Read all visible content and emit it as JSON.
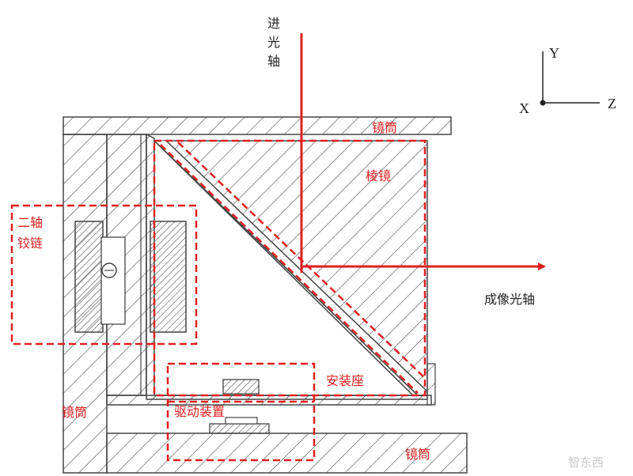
{
  "labels": {
    "incident_axis": [
      "进",
      "光",
      "轴"
    ],
    "imaging_axis": "成像光轴",
    "barrel_top": "镜筒",
    "prism": "棱镜",
    "hinge": [
      "二轴",
      "铰链"
    ],
    "mount": "安装座",
    "drive": "驱动装置",
    "barrel_left": "镜筒",
    "barrel_bottom": "镜筒"
  },
  "axes": {
    "y": "Y",
    "x": "X",
    "z": "Z"
  },
  "watermark": "智东西",
  "colors": {
    "highlight": "#e02020",
    "structure": "#444444"
  }
}
